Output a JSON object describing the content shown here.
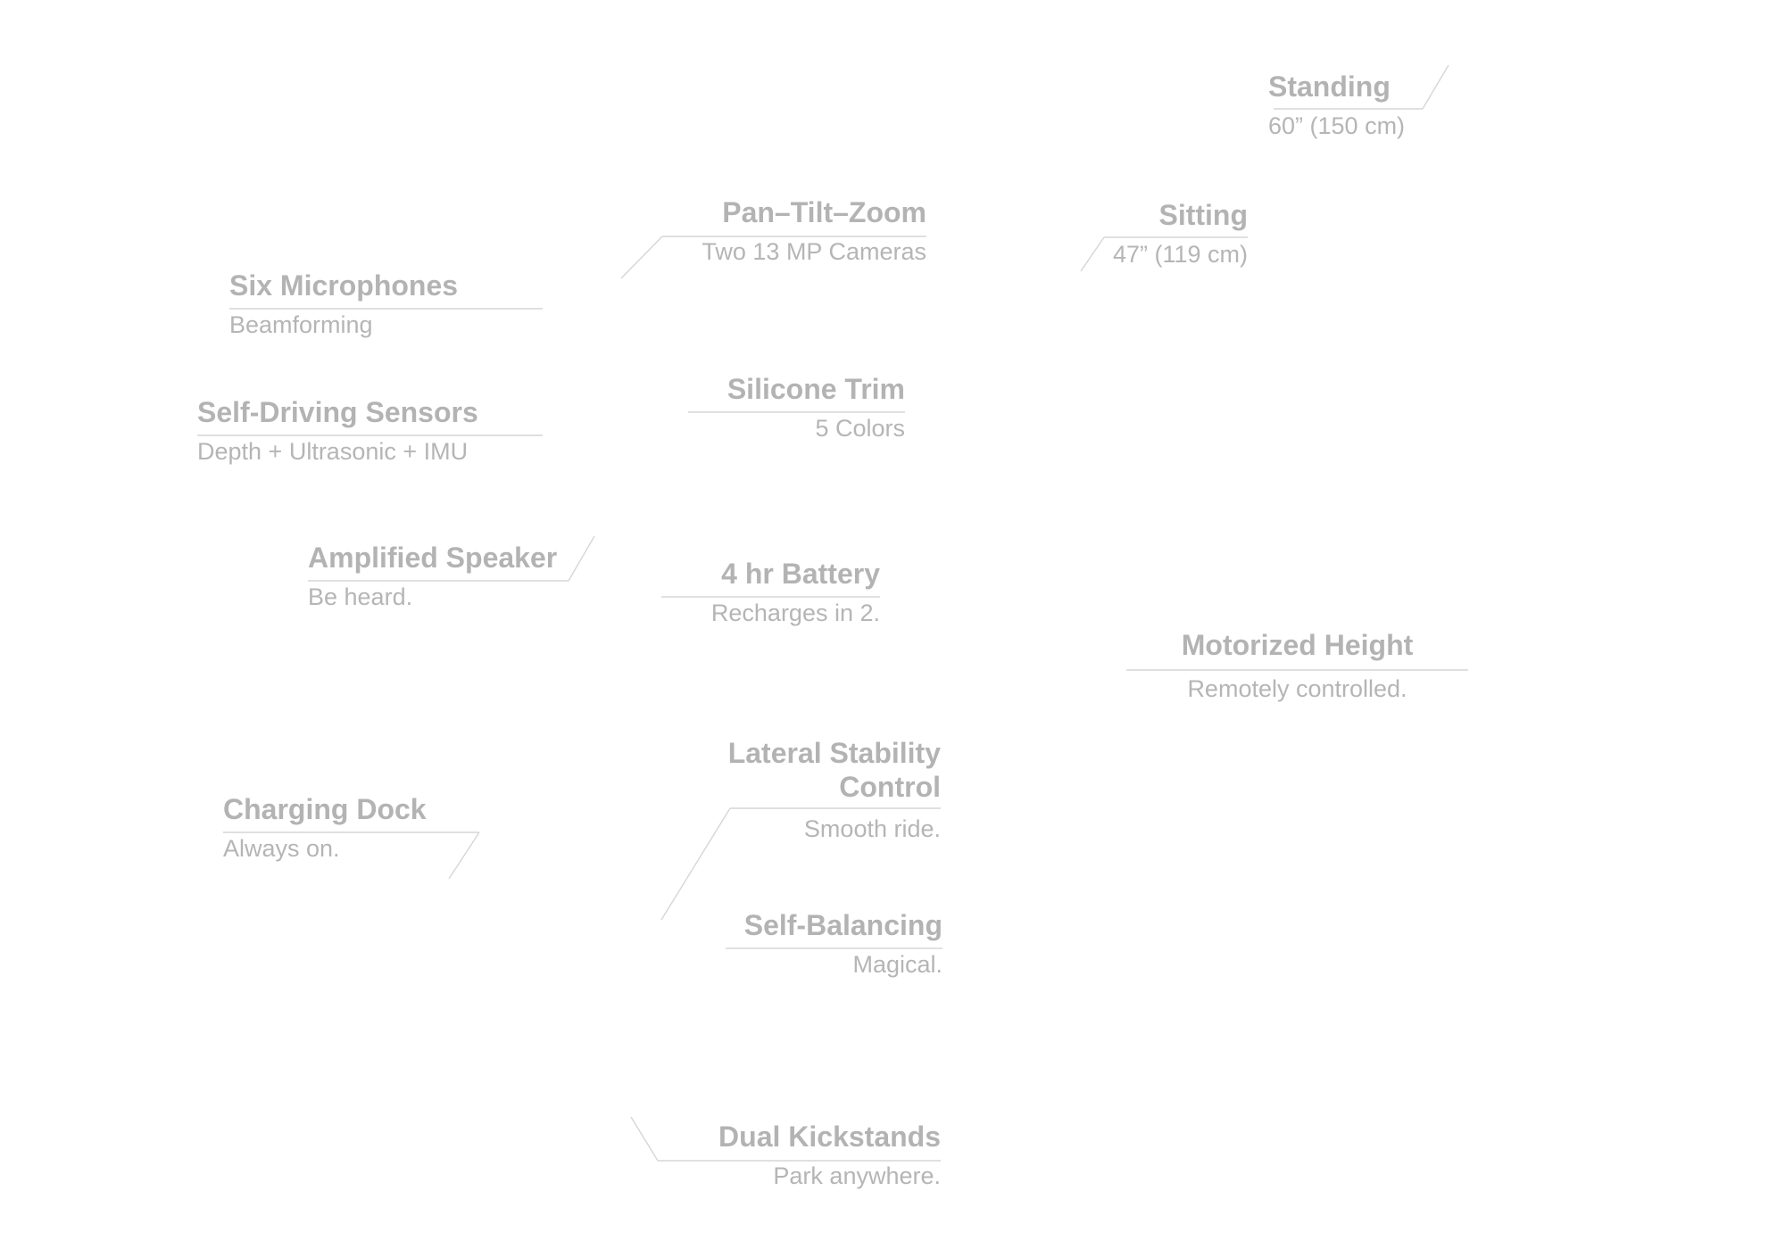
{
  "callouts": {
    "standing": {
      "title": "Standing",
      "subtitle": "60” (150 cm)"
    },
    "sitting": {
      "title": "Sitting",
      "subtitle": "47” (119 cm)"
    },
    "ptz": {
      "title": "Pan–Tilt–Zoom",
      "subtitle": "Two 13 MP Cameras"
    },
    "microphones": {
      "title": "Six Microphones",
      "subtitle": "Beamforming"
    },
    "silicone": {
      "title": "Silicone Trim",
      "subtitle": "5 Colors"
    },
    "sensors": {
      "title": "Self-Driving Sensors",
      "subtitle": "Depth + Ultrasonic + IMU"
    },
    "speaker": {
      "title": "Amplified Speaker",
      "subtitle": "Be heard."
    },
    "battery": {
      "title": "4 hr Battery",
      "subtitle": "Recharges in 2."
    },
    "height": {
      "title": "Motorized Height",
      "subtitle": "Remotely controlled."
    },
    "lateral": {
      "title_line1": "Lateral Stability",
      "title_line2": "Control",
      "subtitle": "Smooth ride."
    },
    "dock": {
      "title": "Charging Dock",
      "subtitle": "Always on."
    },
    "balancing": {
      "title": "Self-Balancing",
      "subtitle": "Magical."
    },
    "kickstands": {
      "title": "Dual Kickstands",
      "subtitle": "Park anywhere."
    }
  },
  "colors": {
    "title": "#b3b3b3",
    "subtitle": "#b5b5b5",
    "leader_line": "#d6d6d6",
    "background": "#ffffff"
  }
}
